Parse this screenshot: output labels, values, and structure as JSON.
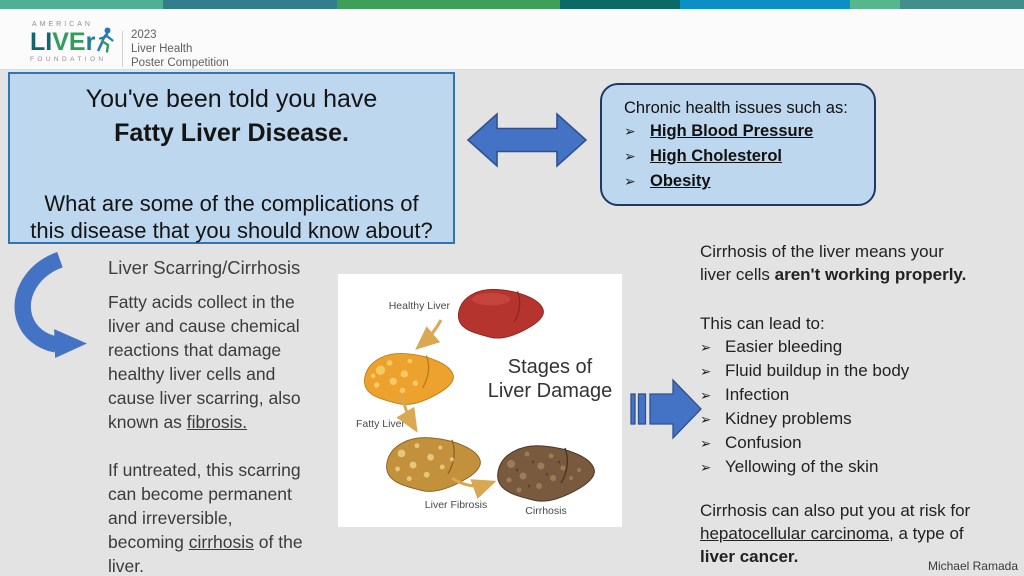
{
  "header": {
    "logo": {
      "top_text": "AMERICAN",
      "letters": [
        "L",
        "I",
        "V",
        "E",
        "r"
      ],
      "bottom_text": "FOUNDATION"
    },
    "event_lines": [
      "2023",
      "Liver Health",
      "Poster Competition"
    ]
  },
  "title_box": {
    "line1": "You've been told you have",
    "line2": "Fatty Liver Disease.",
    "question_line1": "What are some of the complications of",
    "question_line2": "this disease that you should know about?"
  },
  "chronic_box": {
    "heading": "Chronic health issues such as:",
    "bullet_glyph": "➢",
    "items": [
      "High Blood Pressure",
      "High Cholesterol",
      "Obesity"
    ]
  },
  "left_section": {
    "heading": "Liver Scarring/Cirrhosis",
    "p1_normal": "Fatty acids collect in the liver and cause chemical reactions that damage healthy liver cells and cause liver scarring, also known as ",
    "p1_underline": "fibrosis.",
    "p2_normal1": "If untreated, this scarring can become permanent and irreversible, becoming ",
    "p2_underline": "cirrhosis",
    "p2_normal2": " of the liver."
  },
  "stages_diagram": {
    "title_line1": "Stages of",
    "title_line2": "Liver Damage",
    "labels": {
      "healthy": "Healthy Liver",
      "fatty": "Fatty Liver",
      "fibrosis": "Liver Fibrosis",
      "cirrhosis": "Cirrhosis"
    }
  },
  "right_section": {
    "p1_normal": "Cirrhosis of the liver means your liver cells ",
    "p1_bold": "aren't working properly.",
    "lead_in": "This can lead to:",
    "bullet_glyph": "➢",
    "items": [
      "Easier bleeding",
      "Fluid buildup in the body",
      "Infection",
      "Kidney problems",
      "Confusion",
      "Yellowing of the skin"
    ],
    "p2_normal1": "Cirrhosis can also put you at risk for ",
    "p2_underline": "hepatocellular carcinoma",
    "p2_normal2": ", a type of ",
    "p2_bold": "liver cancer."
  },
  "credit": "Michael Ramada",
  "colors": {
    "box_fill": "#bdd7ee",
    "title_box_border": "#2e75b6",
    "chronic_box_border": "#1f3864",
    "arrow_fill": "#4472c4",
    "arrow_outline": "#2f528f",
    "diagram_arrow": "#d8a852",
    "topbar_segments": [
      "#4fb093",
      "#337e8e",
      "#3f9e58",
      "#0b6a66",
      "#0a8fc7",
      "#56b68c",
      "#418e8a"
    ]
  }
}
